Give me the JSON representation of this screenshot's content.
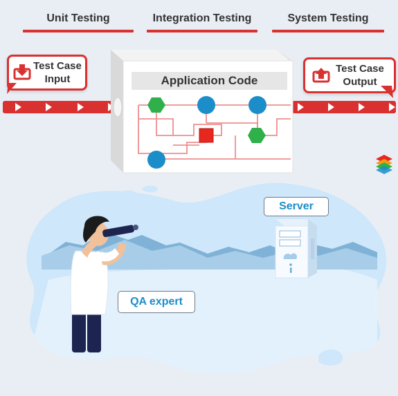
{
  "stages": [
    {
      "label": "Unit Testing"
    },
    {
      "label": "Integration Testing"
    },
    {
      "label": "System Testing"
    }
  ],
  "input_callout": {
    "line1": "Test Case",
    "line2": "Input",
    "icon": "download-icon"
  },
  "output_callout": {
    "line1": "Test Case",
    "line2": "Output",
    "icon": "upload-icon"
  },
  "app_block": {
    "title": "Application Code"
  },
  "scene": {
    "server_label": "Server",
    "qa_label": "QA expert"
  },
  "colors": {
    "accent_red": "#d93030",
    "node_green": "#2fb04a",
    "node_blue": "#1b8ec9",
    "node_red": "#e8271e",
    "cloud_blue": "#bfe0f7"
  }
}
